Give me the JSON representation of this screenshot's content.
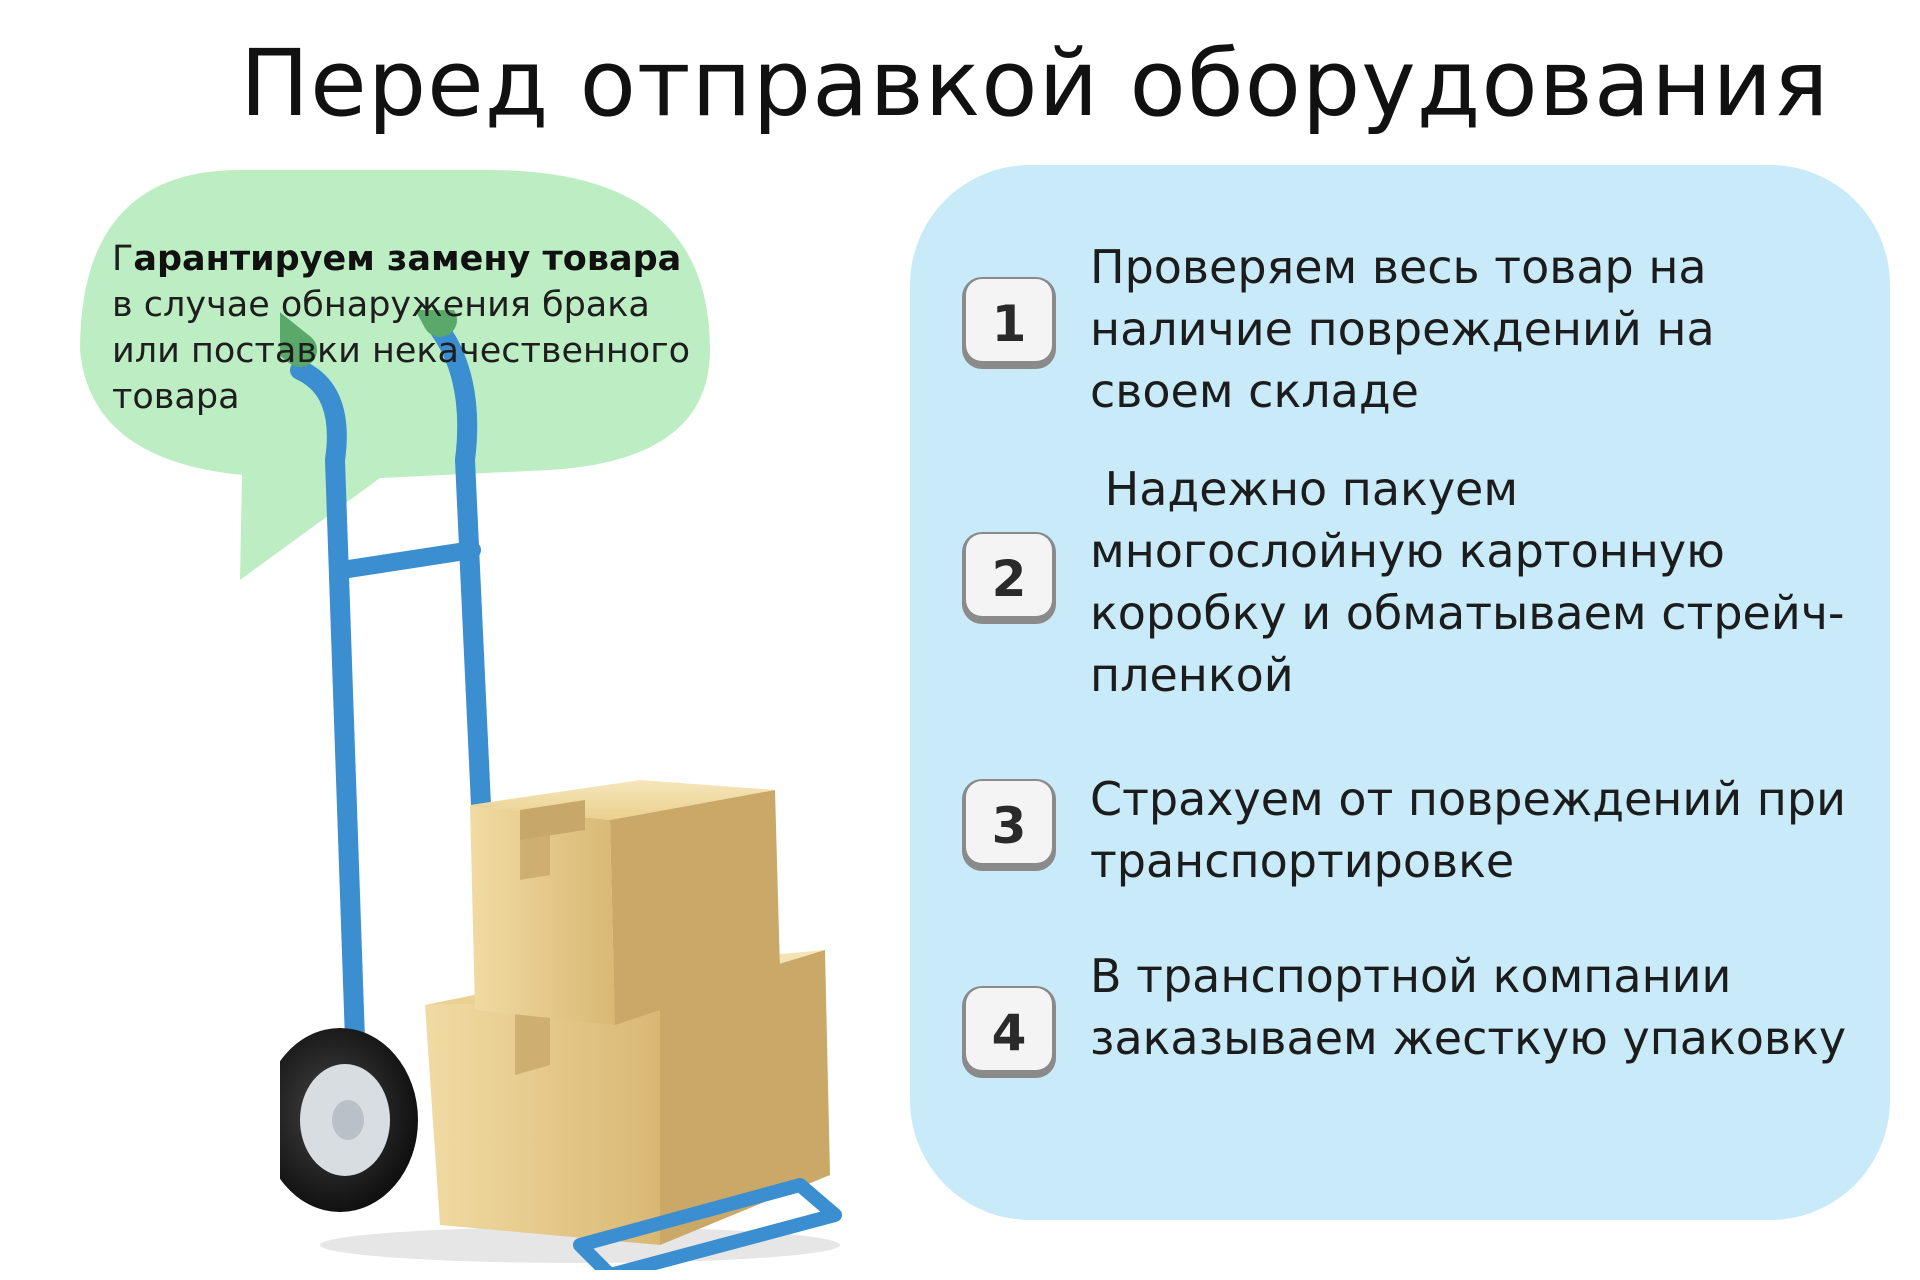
{
  "title": "Перед отправкой оборудования",
  "bubble": {
    "lead_first": "Г",
    "lead_bold": "арантируем замену товара",
    "rest": " в случае обнаружения брака или поставки некачественного товара",
    "color": "#bdeec3"
  },
  "steps": [
    {
      "number": "1",
      "text": "Проверяем весь товар на наличие повреждений на своем складе"
    },
    {
      "number": "2",
      "text": " Надежно пакуем многослойную картонную коробку и обматываем стрейч-пленкой"
    },
    {
      "number": "3",
      "text": "Страхуем от повреждений при транспортировке"
    },
    {
      "number": "4",
      "text": "В транспортной компании заказываем жесткую упаковку"
    }
  ],
  "colors": {
    "panel": "#c8eaf9",
    "trolley": "#3b8fd0",
    "box": "#e6c98a"
  },
  "icons": [
    "hand-truck-with-boxes-illustration",
    "number-key-icon"
  ]
}
